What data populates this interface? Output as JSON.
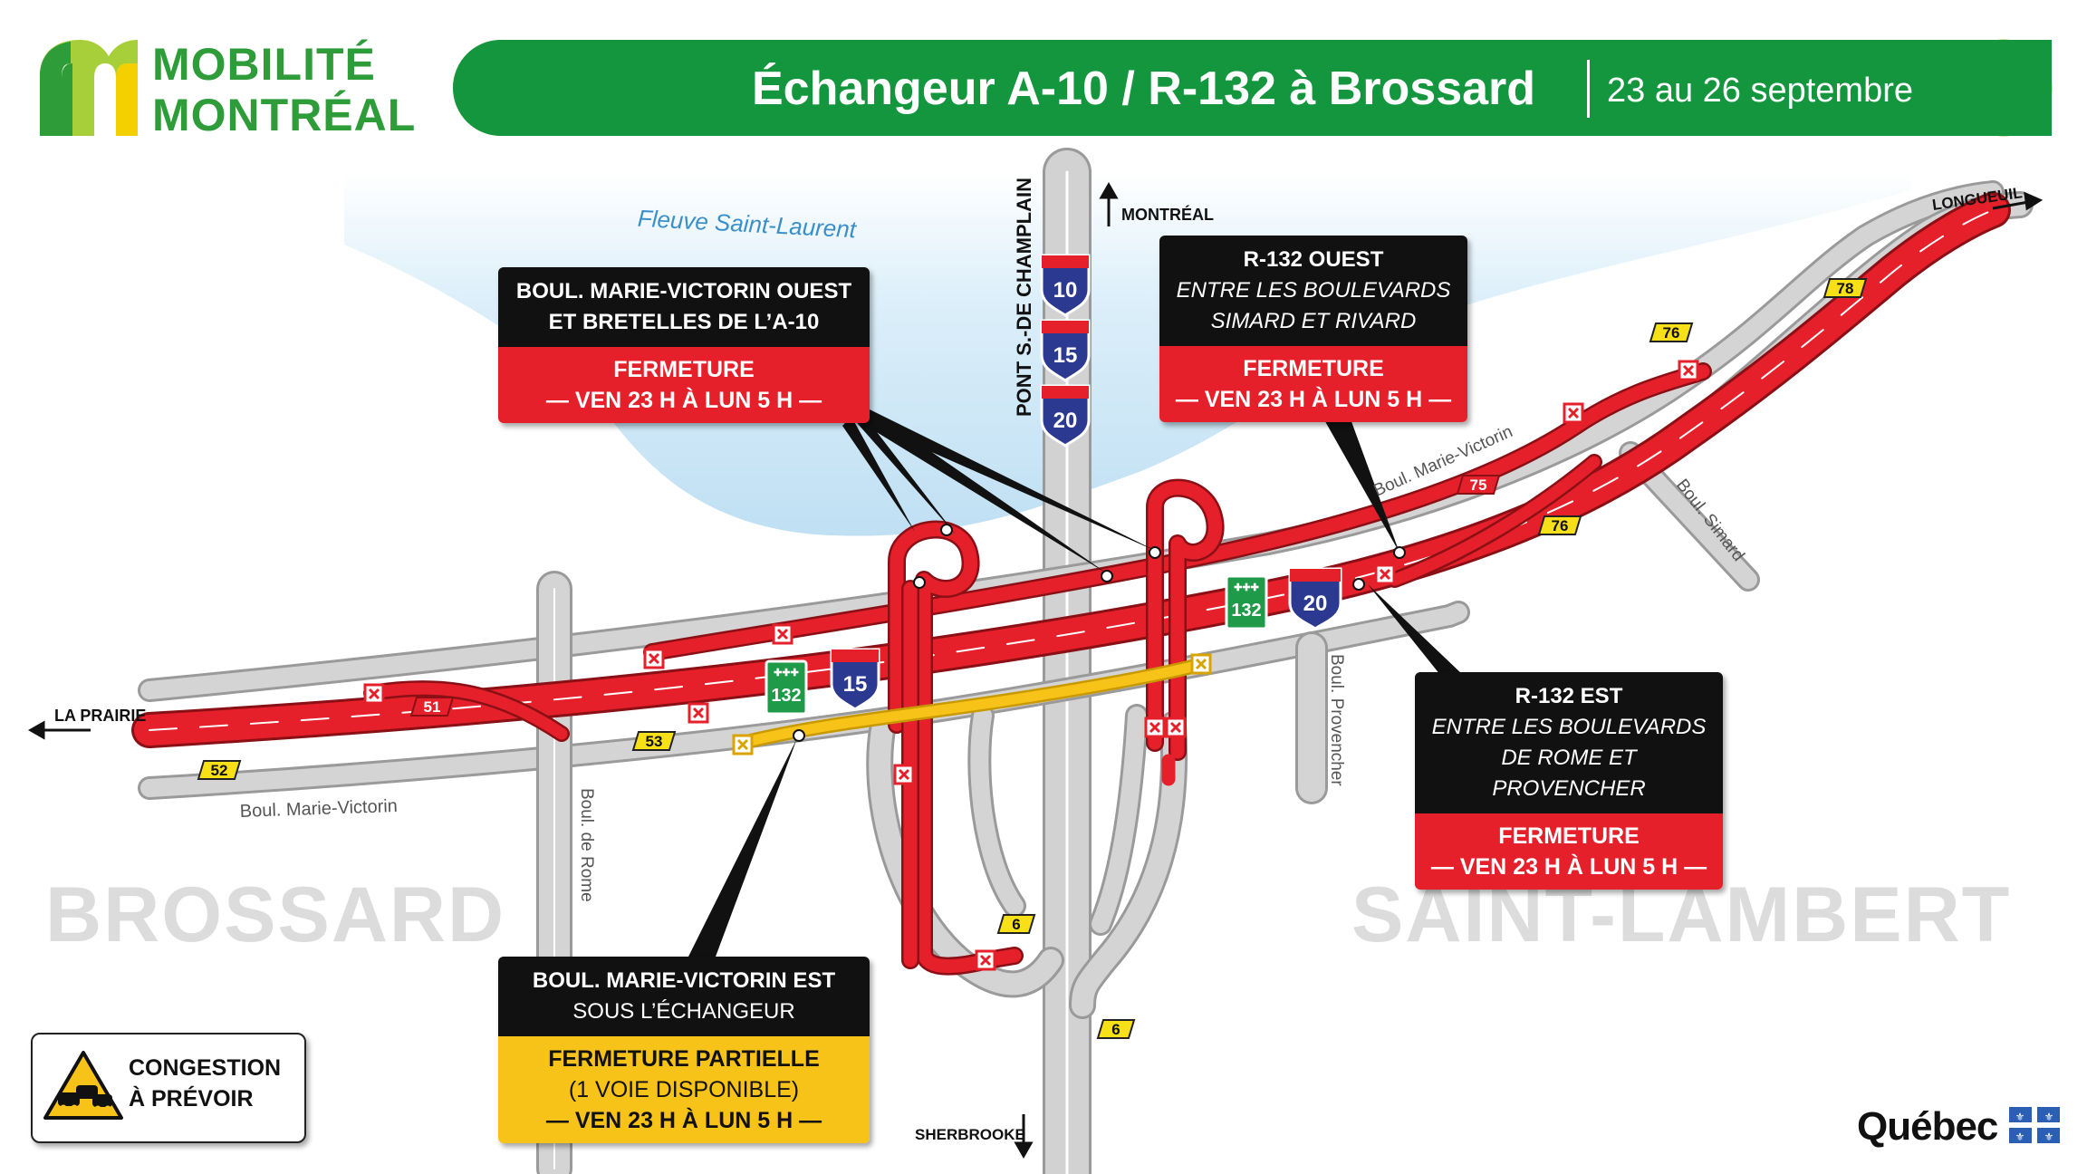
{
  "header": {
    "logo_line1": "MOBILITÉ",
    "logo_line2": "MONTRÉAL",
    "title": "Échangeur A-10 / R-132 à Brossard",
    "dates": "23 au 26 septembre"
  },
  "map_labels": {
    "river": "Fleuve Saint-Laurent",
    "bridge": "PONT S.-DE CHAMPLAIN",
    "montreal": "MONTRÉAL",
    "longueuil": "LONGUEUIL",
    "la_prairie": "LA PRAIRIE",
    "sherbrooke": "SHERBROOKE",
    "brossard": "BROSSARD",
    "saint_lambert": "SAINT-LAMBERT",
    "blvd_marie_victorin_sw": "Boul. Marie-Victorin",
    "blvd_marie_victorin_ne": "Boul. Marie-Victorin",
    "blvd_de_rome": "Boul. de Rome",
    "blvd_provencher": "Boul. Provencher",
    "blvd_simard": "Boul. Simard"
  },
  "route_shields": {
    "a10": "10",
    "a15_top": "15",
    "a20_top": "20",
    "a15_mid": "15",
    "a20_mid": "20",
    "r132_left": "132",
    "r132_right": "132"
  },
  "exits": [
    "51",
    "52",
    "53",
    "6",
    "6",
    "75",
    "76",
    "76",
    "78"
  ],
  "closures": [
    {
      "id": "marie-victorin-ouest",
      "title_line1": "BOUL. MARIE-VICTORIN OUEST",
      "title_line2": "ET BRETELLES DE L’A-10",
      "status": "FERMETURE",
      "period": "— VEN 23 H À LUN 5 H —"
    },
    {
      "id": "r132-ouest",
      "title_line1": "R-132 OUEST",
      "title_line2": "ENTRE LES BOULEVARDS",
      "title_line3": "SIMARD ET RIVARD",
      "status": "FERMETURE",
      "period": "— VEN 23 H À LUN 5 H —"
    },
    {
      "id": "r132-est",
      "title_line1": "R-132 EST",
      "title_line2": "ENTRE LES BOULEVARDS",
      "title_line3": "DE ROME ET PROVENCHER",
      "status": "FERMETURE",
      "period": "— VEN 23 H À LUN 5 H —"
    },
    {
      "id": "marie-victorin-est",
      "title_line1": "BOUL. MARIE-VICTORIN EST",
      "title_line2": "SOUS L’ÉCHANGEUR",
      "status": "FERMETURE PARTIELLE",
      "detail": "(1 VOIE DISPONIBLE)",
      "period": "— VEN 23 H À LUN 5 H —"
    }
  ],
  "legend": {
    "line1": "CONGESTION",
    "line2": "À PRÉVOIR"
  },
  "footer": {
    "quebec": "Québec"
  },
  "colors": {
    "header_green": "#14963e",
    "logo_green": "#2f9c3a",
    "closure_red": "#e6202b",
    "partial_yellow": "#f7c318",
    "road_gray": "#c8c8c8",
    "river_blue": "#cfe8f7",
    "interstate_blue": "#2b3990",
    "quebec_green": "#1f9a48"
  }
}
